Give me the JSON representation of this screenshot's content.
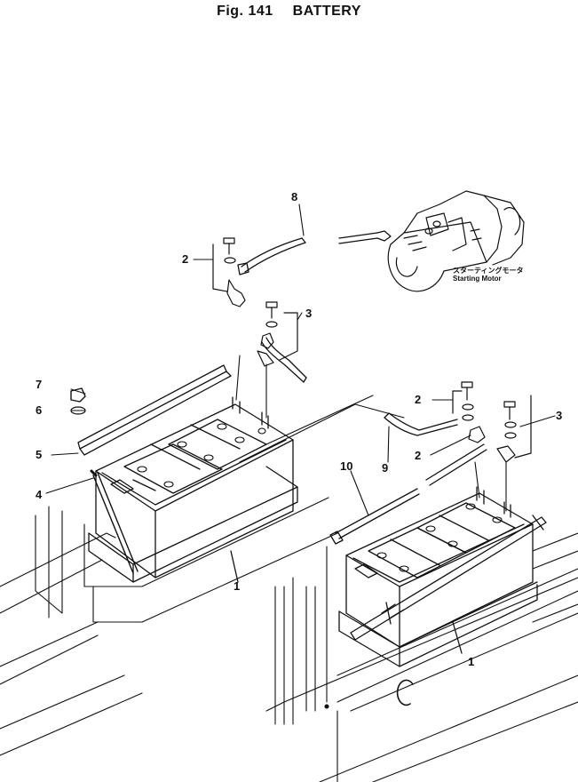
{
  "figure": {
    "number": "Fig. 141",
    "title": "BATTERY"
  },
  "callouts": [
    {
      "id": "c8",
      "text": "8"
    },
    {
      "id": "c2a",
      "text": "2"
    },
    {
      "id": "c3a",
      "text": "3"
    },
    {
      "id": "c7",
      "text": "7"
    },
    {
      "id": "c6",
      "text": "6"
    },
    {
      "id": "c5",
      "text": "5"
    },
    {
      "id": "c4",
      "text": "4"
    },
    {
      "id": "c2b",
      "text": "2"
    },
    {
      "id": "c2c",
      "text": "2"
    },
    {
      "id": "c3b",
      "text": "3"
    },
    {
      "id": "c9",
      "text": "9"
    },
    {
      "id": "c10",
      "text": "10"
    },
    {
      "id": "c1a",
      "text": "1"
    },
    {
      "id": "c1b",
      "text": "1"
    }
  ],
  "starter_label": {
    "jp": "スターティングモータ",
    "en": "Starting Motor"
  }
}
